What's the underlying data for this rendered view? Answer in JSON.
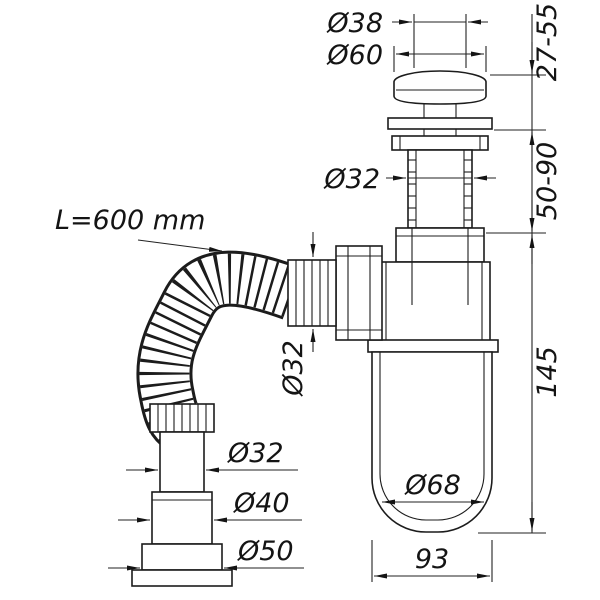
{
  "drawing": {
    "type": "technical-diagram",
    "subject": "bottle trap siphon with pop-up waste and flexible corrugated outlet hose",
    "dimensions": {
      "plug_top": "Ø38",
      "cap": "Ø60",
      "cap_height_range": "27-55",
      "body_height_range": "50-90",
      "trap_height": "145",
      "tailpipe": "Ø32",
      "hose_length": "L=600 mm",
      "inlet": "Ø32",
      "outlet_pipe": "Ø32",
      "outlet_socket": "Ø40",
      "outlet_flange": "Ø50",
      "cup": "Ø68",
      "trap_width": "93"
    },
    "colors": {
      "line": "#1c1c1c",
      "background": "#ffffff"
    }
  }
}
